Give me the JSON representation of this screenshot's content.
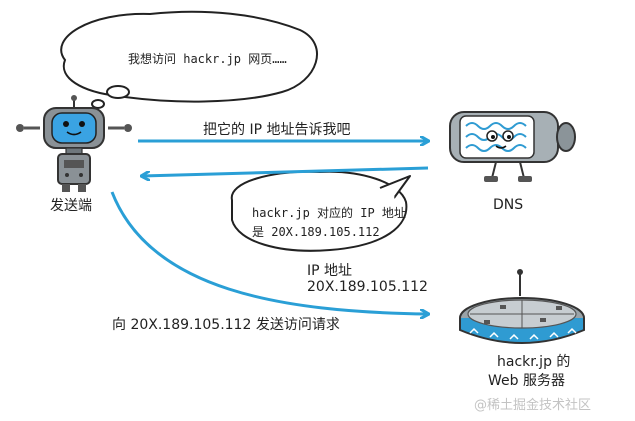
{
  "bubble_client": {
    "text": "我想访问 hackr.jp 网页……"
  },
  "bubble_dns": {
    "line1": "hackr.jp 对应的 IP 地址",
    "line2": "是 20X.189.105.112"
  },
  "arrow_query_label": "把它的 IP 地址告诉我吧",
  "ip_reply": {
    "line1": "IP 地址",
    "line2": "20X.189.105.112"
  },
  "arrow_request_label": "向 20X.189.105.112 发送访问请求",
  "client_label": "发送端",
  "dns_label": "DNS",
  "server_label": {
    "line1": "hackr.jp 的",
    "line2": "Web 服务器"
  },
  "watermark": "@稀土掘金技术社区",
  "colors": {
    "arrow": "#2a9fd6",
    "robot_body": "#8a9196",
    "robot_face": "#3aa3e3",
    "dns_body": "#a7b0b5",
    "dns_pattern": "#2f9bd2",
    "server_body": "#9aa3a8",
    "server_stripe": "#2f9bd2"
  }
}
